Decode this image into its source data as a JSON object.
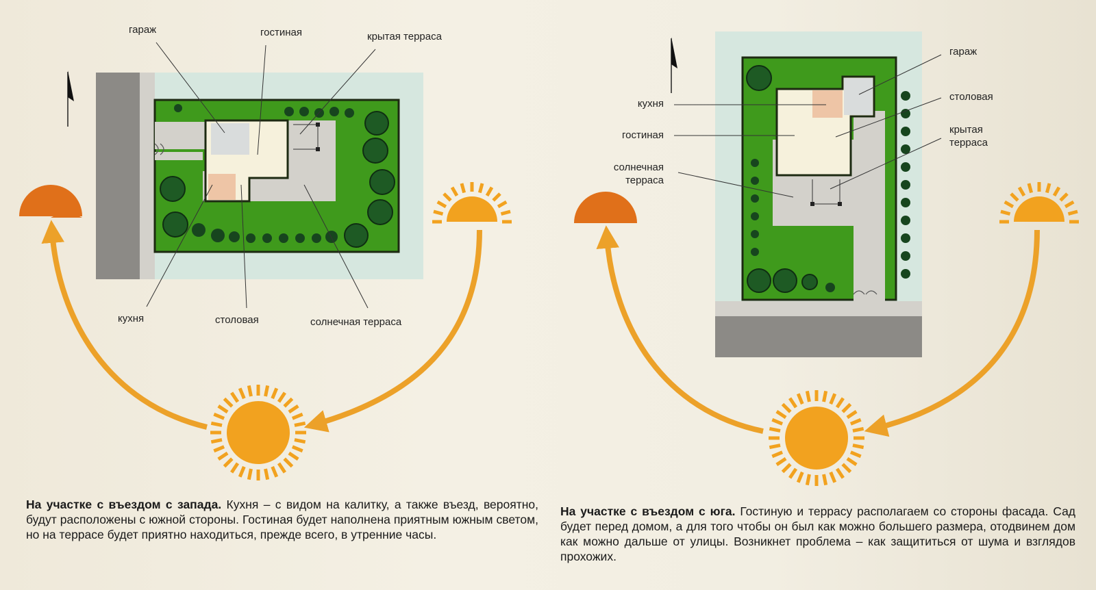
{
  "left_plan": {
    "labels": {
      "garage": "гараж",
      "living": "гостиная",
      "covered_terrace": "крытая терраса",
      "kitchen": "кухня",
      "dining": "столовая",
      "sunny_terrace": "солнечная терраса"
    }
  },
  "right_plan": {
    "labels": {
      "garage": "гараж",
      "dining": "столовая",
      "covered_terrace_1": "крытая",
      "covered_terrace_2": "терраса",
      "kitchen": "кухня",
      "living": "гостиная",
      "sunny_terrace_1": "солнечная",
      "sunny_terrace_2": "терраса"
    }
  },
  "captions": {
    "left_title": "На участке с въездом с запада.",
    "left_body": " Кухня – с видом на калитку, а также въезд, вероятно, будут расположены с южной стороны. Гостиная будет наполнена приятным южным светом, но на террасе будет приятно находиться, прежде всего, в утренние часы.",
    "right_title": "На участке с въездом с юга.",
    "right_body": " Гостиную и террасу располагаем со стороны фасада. Сад будет перед домом, а для того чтобы он был как можно большего размера, отодвинем дом как можно дальше от улицы. Возникнет проблема – как защититься от шума и взглядов прохожих."
  },
  "colors": {
    "lawn": "#3f9a1c",
    "lawn_border": "#1d2a12",
    "plot_bg": "#d6e7df",
    "paving": "#d3d1cb",
    "road": "#8c8a86",
    "house": "#f6f1dc",
    "garage": "#d9dcdc",
    "kitchen": "#eec5a6",
    "sun_rise": "#e0701a",
    "sun": "#f2a21f",
    "arrow": "#eca129"
  },
  "icons": [
    "north-arrow-icon",
    "sun-icon",
    "sunrise-icon",
    "sunset-icon",
    "tree-icon"
  ]
}
